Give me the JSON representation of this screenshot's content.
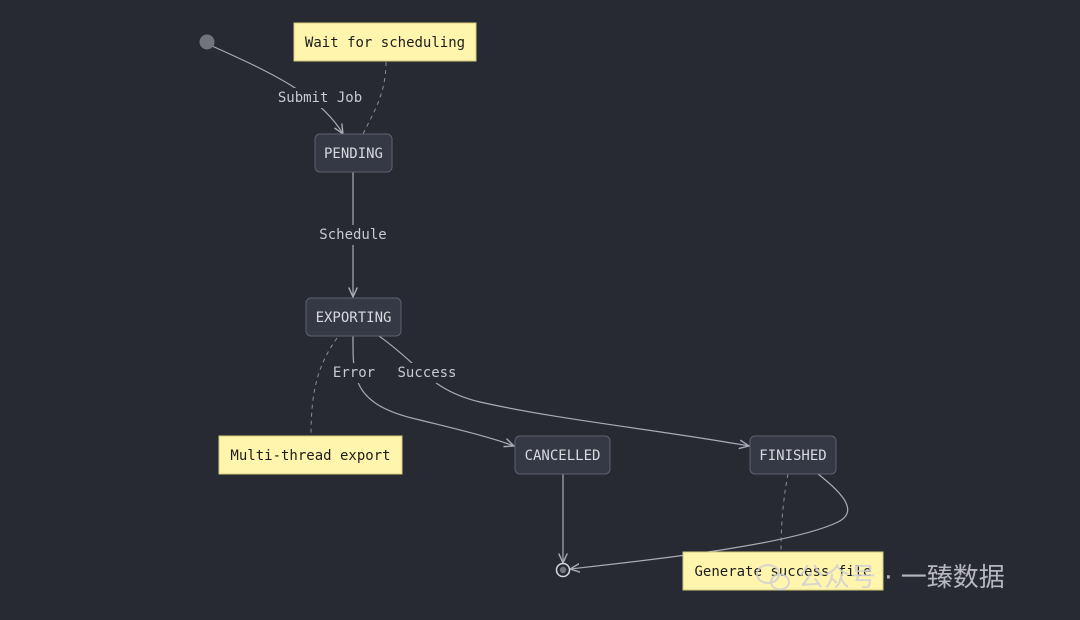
{
  "diagram": {
    "states": {
      "pending": "PENDING",
      "exporting": "EXPORTING",
      "cancelled": "CANCELLED",
      "finished": "FINISHED"
    },
    "transitions": {
      "submit": "Submit Job",
      "schedule": "Schedule",
      "error": "Error",
      "success": "Success"
    },
    "notes": {
      "pending_note": "Wait for scheduling",
      "exporting_note": "Multi-thread export",
      "finished_note": "Generate success file"
    },
    "watermark": "公众号 · 一臻数据"
  },
  "colors": {
    "background": "#282a33",
    "state_fill": "#353845",
    "note_fill": "#fff5ad",
    "edge": "#a9abb6"
  }
}
